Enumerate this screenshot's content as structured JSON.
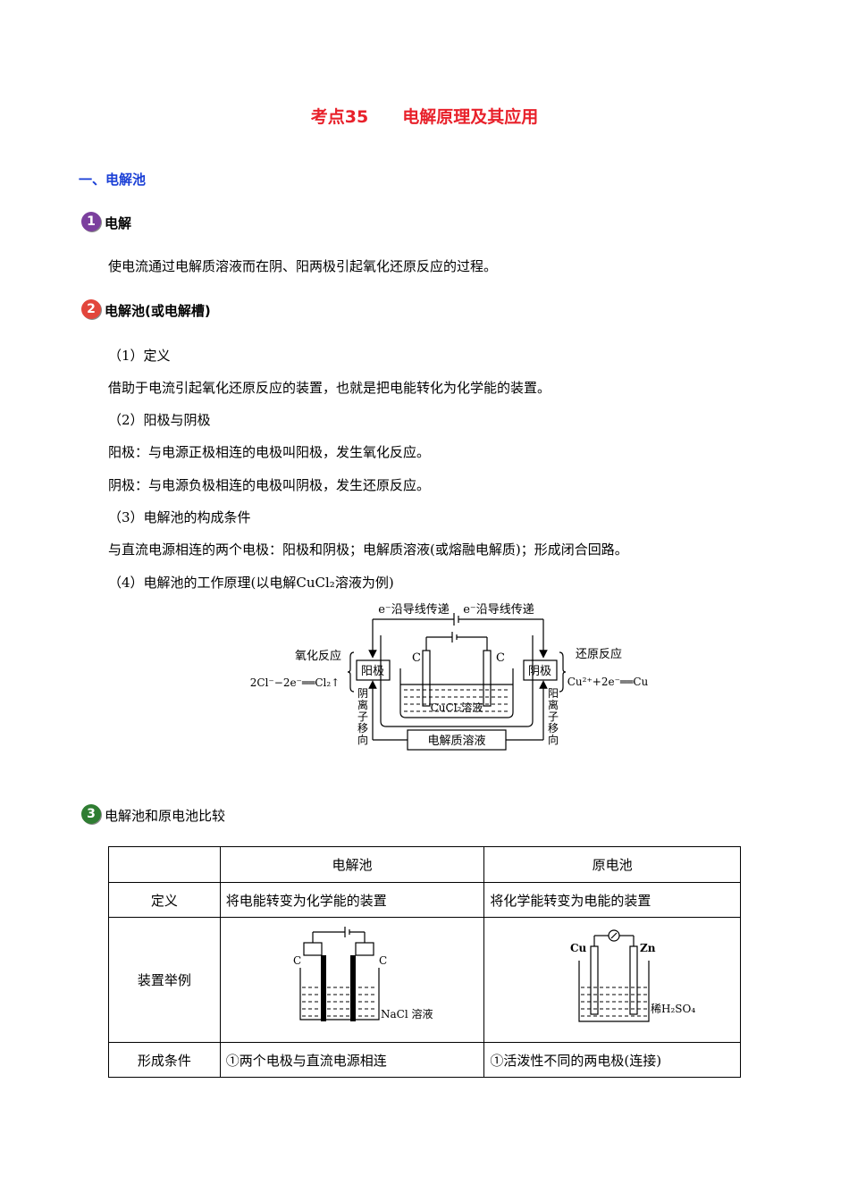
{
  "title": {
    "main": "考点35",
    "sub": "电解原理及其应用"
  },
  "section1": "一、电解池",
  "item1": {
    "num": "1",
    "title": "电解",
    "text": "使电流通过电解质溶液而在阴、阳两极引起氧化还原反应的过程。"
  },
  "item2": {
    "num": "2",
    "title": "电解池(或电解槽)",
    "lines": [
      "（1）定义",
      "借助于电流引起氧化还原反应的装置，也就是把电能转化为化学能的装置。",
      "（2）阳极与阴极",
      "阳极：与电源正极相连的电极叫阳极，发生氧化反应。",
      "阴极：与电源负极相连的电极叫阴极，发生还原反应。",
      "（3）电解池的构成条件",
      "与直流电源相连的两个电极：阳极和阴极；电解质溶液(或熔融电解质)；形成闭合回路。",
      "（4）电解池的工作原理(以电解CuCl₂溶液为例)"
    ]
  },
  "diagram1": {
    "wire_left": "e⁻沿导线传递",
    "wire_right": "e⁻沿导线传递",
    "oxidation": "氧化反应",
    "reduction": "还原反应",
    "anode": "阳极",
    "cathode": "阴极",
    "anode_eq": "2Cl⁻−2e⁻══Cl₂↑",
    "cathode_eq": "Cu²⁺+2e⁻══Cu",
    "electrode_c1": "C",
    "electrode_c2": "C",
    "solution": "CuCl₂溶液",
    "anion_move": [
      "阴",
      "离",
      "子",
      "移",
      "向"
    ],
    "cation_move": [
      "阳",
      "离",
      "子",
      "移",
      "向"
    ],
    "electrolyte": "电解质溶液"
  },
  "item3": {
    "num": "3",
    "title": "电解池和原电池比较"
  },
  "table": {
    "headers": [
      "",
      "电解池",
      "原电池"
    ],
    "rows": [
      {
        "label": "定义",
        "a": "将电能转变为化学能的装置",
        "b": "将化学能转变为电能的装置"
      },
      {
        "label": "装置举例"
      },
      {
        "label": "形成条件",
        "a": "①两个电极与直流电源相连",
        "b": "①活泼性不同的两电极(连接)"
      }
    ],
    "img_a": {
      "c1": "C",
      "c2": "C",
      "solution": "NaCl 溶液"
    },
    "img_b": {
      "cu": "Cu",
      "zn": "Zn",
      "solution": "稀H₂SO₄"
    }
  },
  "colors": {
    "title": "#e8212b",
    "section": "#1a3fd6",
    "badge1": "#7b3f9e",
    "badge2": "#e2463c",
    "badge3": "#2f7d32"
  }
}
